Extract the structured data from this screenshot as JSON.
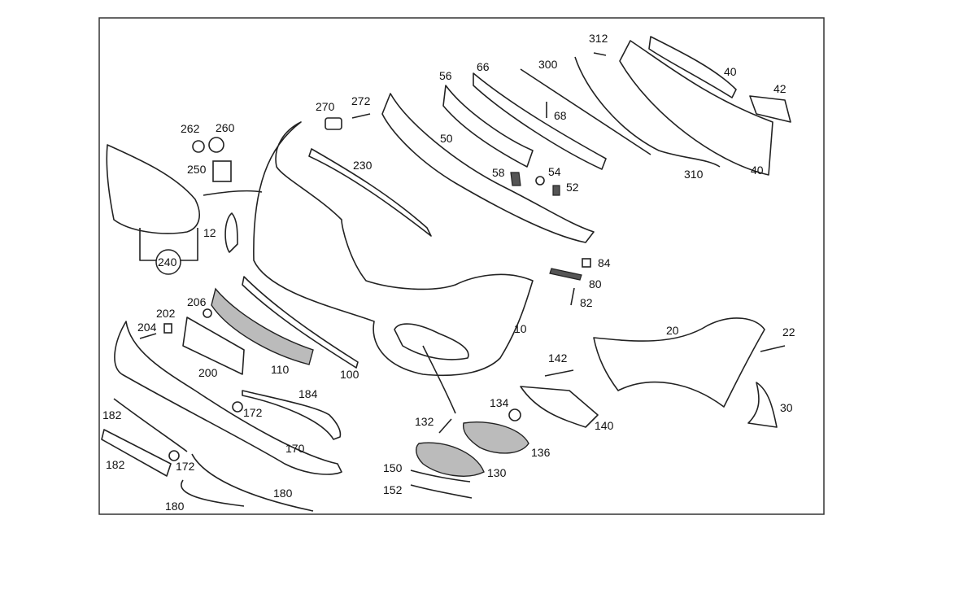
{
  "diagram": {
    "title": "Front bumper exploded parts diagram",
    "labels": [
      "312",
      "300",
      "66",
      "56",
      "40",
      "42",
      "270",
      "272",
      "68",
      "262",
      "260",
      "50",
      "230",
      "250",
      "310",
      "40",
      "58",
      "54",
      "52",
      "12",
      "240",
      "84",
      "80",
      "82",
      "206",
      "202",
      "204",
      "10",
      "20",
      "22",
      "142",
      "200",
      "110",
      "100",
      "184",
      "172",
      "134",
      "30",
      "182",
      "132",
      "140",
      "136",
      "170",
      "182",
      "172",
      "150",
      "130",
      "180",
      "152",
      "180"
    ]
  }
}
